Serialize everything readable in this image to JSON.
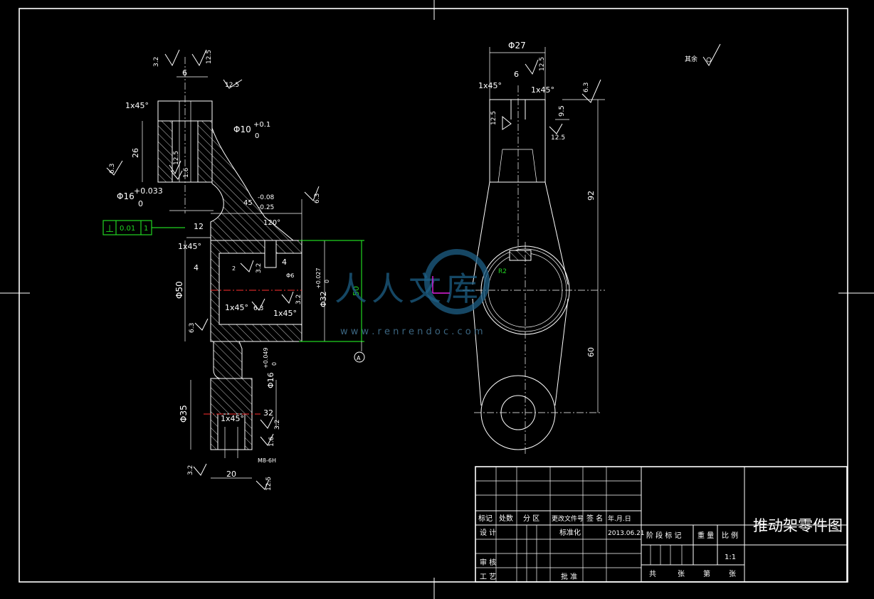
{
  "title_block": {
    "drawing_title": "推动架零件图",
    "row_headers": [
      "标记",
      "处数",
      "分 区",
      "更改文件号",
      "签 名",
      "年.月.日"
    ],
    "design_label": "设 计",
    "standardize_label": "标准化",
    "date": "2013.06.21",
    "stage_label": "阶 段 标 记",
    "weight_label": "重 量",
    "scale_label": "比 例",
    "scale_value": "1:1",
    "review_label": "审 核",
    "process_label": "工 艺",
    "approve_label": "批 准",
    "sheet_text": [
      "共",
      "张",
      "第",
      "张"
    ]
  },
  "roughness_note": "其余",
  "tolerance_frame": {
    "symbol": "⊥",
    "value": "0.01",
    "datum": "1"
  },
  "datum_label": "A",
  "watermark": {
    "text": "人人文库",
    "url": "w w w . r e n r e n d o c . c o m"
  },
  "section_view": {
    "dims": {
      "top_width": "6",
      "chamfer_top": "1x45°",
      "bore_top": "Φ10",
      "bore_top_tol_up": "+0.1",
      "bore_top_tol_low": "0",
      "height_26": "26",
      "bore_16": "Φ16",
      "bore_16_tol_up": "+0.033",
      "bore_16_tol_low": "0",
      "dim_12": "12",
      "chamfer_left": "1x45°",
      "angle_120": "120°",
      "angle_45": "45",
      "tol_neg1": "-0.08",
      "tol_neg2": "-0.25",
      "dim_4a": "4",
      "dim_4b": "4",
      "dim_2": "2",
      "dim_phi6": "Φ6",
      "dia_50": "Φ50",
      "dia_32": "Φ32",
      "dia_32_tol_up": "+0.027",
      "dia_32_tol_low": "0",
      "chamfer_mid1": "1x45°",
      "chamfer_mid2": "1x45°",
      "width_50": "50",
      "dia_35": "Φ35",
      "bore_16b": "Φ16",
      "bore_16b_tol_up": "+0.049",
      "bore_16b_tol_low": "0",
      "dim_32": "32",
      "chamfer_low": "1x45°",
      "thread": "M8-6H",
      "width_20": "20"
    },
    "roughness": [
      "3.2",
      "12.5",
      "12.5",
      "6.3",
      "12.5",
      "1.6",
      "6.3",
      "3.2",
      "6.3",
      "3.2",
      "6.3",
      "3.2",
      "1.6",
      "3.2",
      "12.5",
      "6.3"
    ]
  },
  "front_view": {
    "dims": {
      "top_dia": "Φ27",
      "dim_6": "6",
      "chamfer_l": "1x45°",
      "chamfer_r": "1x45°",
      "dim_95": "9.5",
      "dim_92": "92",
      "dim_60": "60",
      "hole_label": "R2"
    },
    "roughness": [
      "6.3",
      "12.5",
      "12.5",
      "12.5"
    ]
  }
}
